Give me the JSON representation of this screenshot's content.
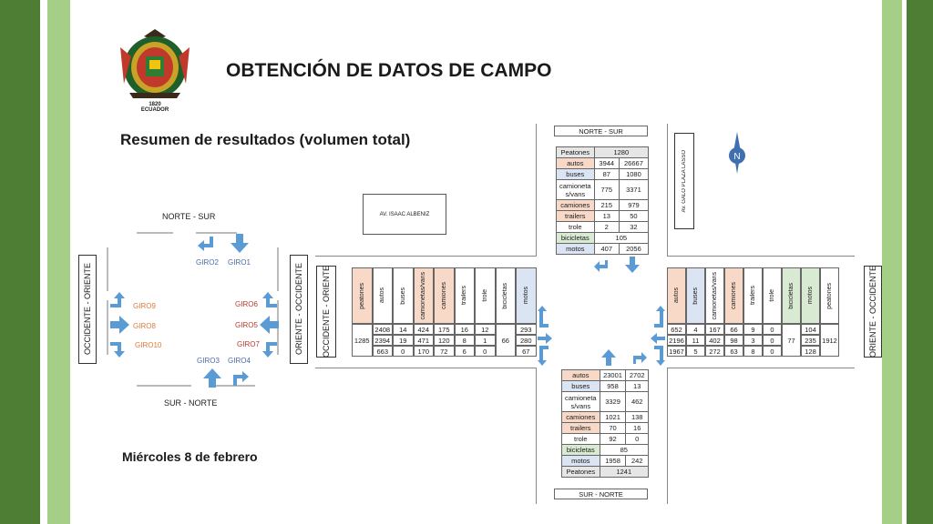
{
  "slide": {
    "title": "OBTENCIÓN DE DATOS DE CAMPO",
    "subtitle": "Resumen de resultados (volumen total)",
    "date": "Miércoles 8 de febrero",
    "logo_text": "ECUADOR",
    "logo_year": "1820"
  },
  "colors": {
    "band_dark": "#4e7d34",
    "band_light": "#a5cf86",
    "arrow": "#5b9bd5"
  },
  "schematic": {
    "top_label": "NORTE - SUR",
    "bottom_label": "SUR - NORTE",
    "left_label": "OCCIDENTE - ORIENTE",
    "right_label": "ORIENTE - OCCIDENTE",
    "giros": [
      "GIRO1",
      "GIRO2",
      "GIRO3",
      "GIRO4",
      "GIRO5",
      "GIRO6",
      "GIRO7",
      "GIRO8",
      "GIRO9",
      "GIRO10"
    ]
  },
  "intersection": {
    "north_label": "NORTE - SUR",
    "south_label": "SUR - NORTE",
    "west_label": "OCCIDENTE - ORIENTE",
    "east_label": "ORIENTE - OCCIDENTE",
    "street_west": "AV. ISAAC ALBENIZ",
    "street_north": "Av. GALO PLAZA LASSO",
    "north_table": [
      [
        "Peatones",
        "1280"
      ],
      [
        "autos",
        "3944",
        "26667"
      ],
      [
        "buses",
        "87",
        "1080"
      ],
      [
        "camioneta s/vans",
        "775",
        "3371"
      ],
      [
        "camiones",
        "215",
        "979"
      ],
      [
        "trailers",
        "13",
        "50"
      ],
      [
        "trole",
        "2",
        "32"
      ],
      [
        "bicicletas",
        "105"
      ],
      [
        "motos",
        "407",
        "2056"
      ]
    ],
    "south_table": [
      [
        "autos",
        "23001",
        "2702"
      ],
      [
        "buses",
        "958",
        "13"
      ],
      [
        "camioneta s/vans",
        "3329",
        "462"
      ],
      [
        "camiones",
        "1021",
        "138"
      ],
      [
        "trailers",
        "70",
        "16"
      ],
      [
        "trole",
        "92",
        "0"
      ],
      [
        "bicicletas",
        "85"
      ],
      [
        "motos",
        "1958",
        "242"
      ],
      [
        "Peatones",
        "1241"
      ]
    ],
    "west_headers": [
      "peatones",
      "autos",
      "buses",
      "camionetas/vans",
      "camiones",
      "trailers",
      "trole",
      "bicicletas",
      "motos"
    ],
    "west_peatones": "1285",
    "west_bicicletas": "66",
    "west_rows": [
      [
        "2408",
        "14",
        "424",
        "175",
        "16",
        "12",
        "293"
      ],
      [
        "2394",
        "19",
        "471",
        "120",
        "8",
        "1",
        "280"
      ],
      [
        "663",
        "0",
        "170",
        "72",
        "6",
        "0",
        "67"
      ]
    ],
    "east_headers": [
      "autos",
      "buses",
      "camionetas/vans",
      "camiones",
      "trailers",
      "trole",
      "bicicletas",
      "motos",
      "peatones"
    ],
    "east_bicicletas": "77",
    "east_peatones": "1912",
    "east_rows": [
      [
        "652",
        "4",
        "167",
        "66",
        "9",
        "0",
        "104"
      ],
      [
        "2196",
        "11",
        "402",
        "98",
        "3",
        "0",
        "235"
      ],
      [
        "1967",
        "5",
        "272",
        "63",
        "8",
        "0",
        "128"
      ]
    ]
  }
}
